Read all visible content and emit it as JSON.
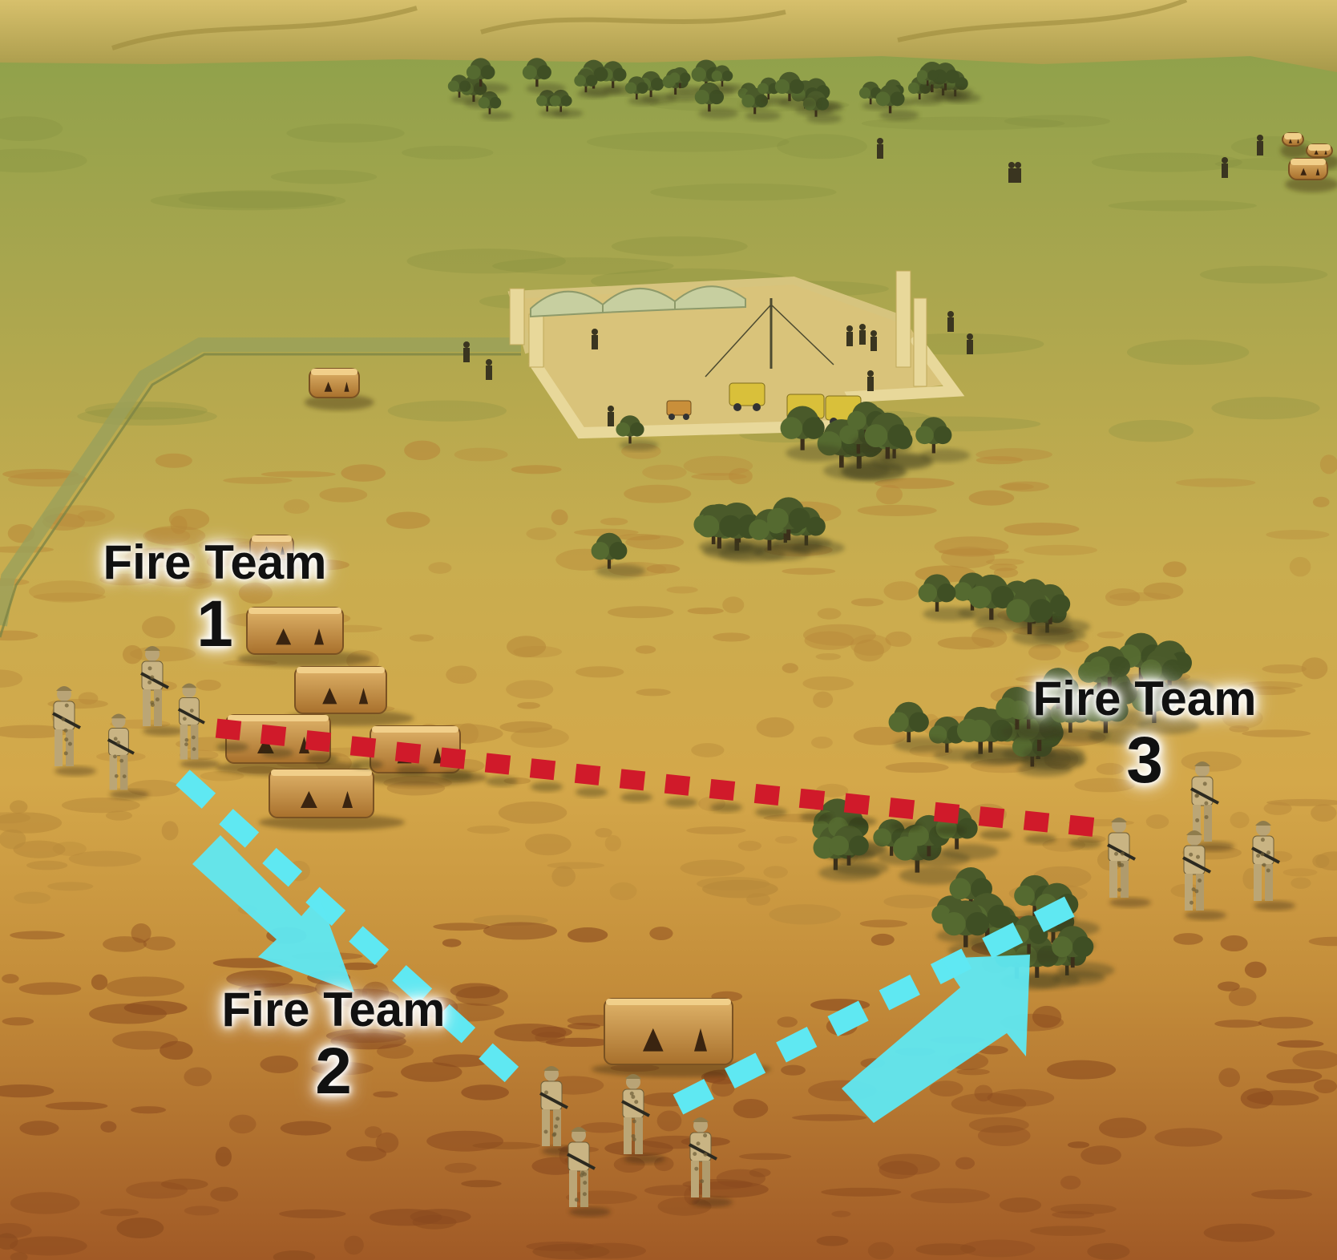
{
  "labels": {
    "fire_team_1": {
      "title": "Fire Team",
      "number": "1"
    },
    "fire_team_2": {
      "title": "Fire Team",
      "number": "2"
    },
    "fire_team_3": {
      "title": "Fire Team",
      "number": "3"
    }
  },
  "colors": {
    "suppression_line": "#d01a2a",
    "maneuver_path": "#5fe8f2",
    "terrain_far": "#8aa04a",
    "terrain_mid": "#c9a84a",
    "terrain_near": "#a3612c",
    "mountains": "#c9b15c",
    "compound_wall": "#e8d89a",
    "building": "#c98d3a",
    "soldier": "#c9b483",
    "tree": "#4a5a2a"
  },
  "icons": {
    "soldier": "soldier-icon",
    "building": "building-icon",
    "tree": "tree-icon",
    "vehicle": "vehicle-icon",
    "compound": "compound-icon"
  }
}
